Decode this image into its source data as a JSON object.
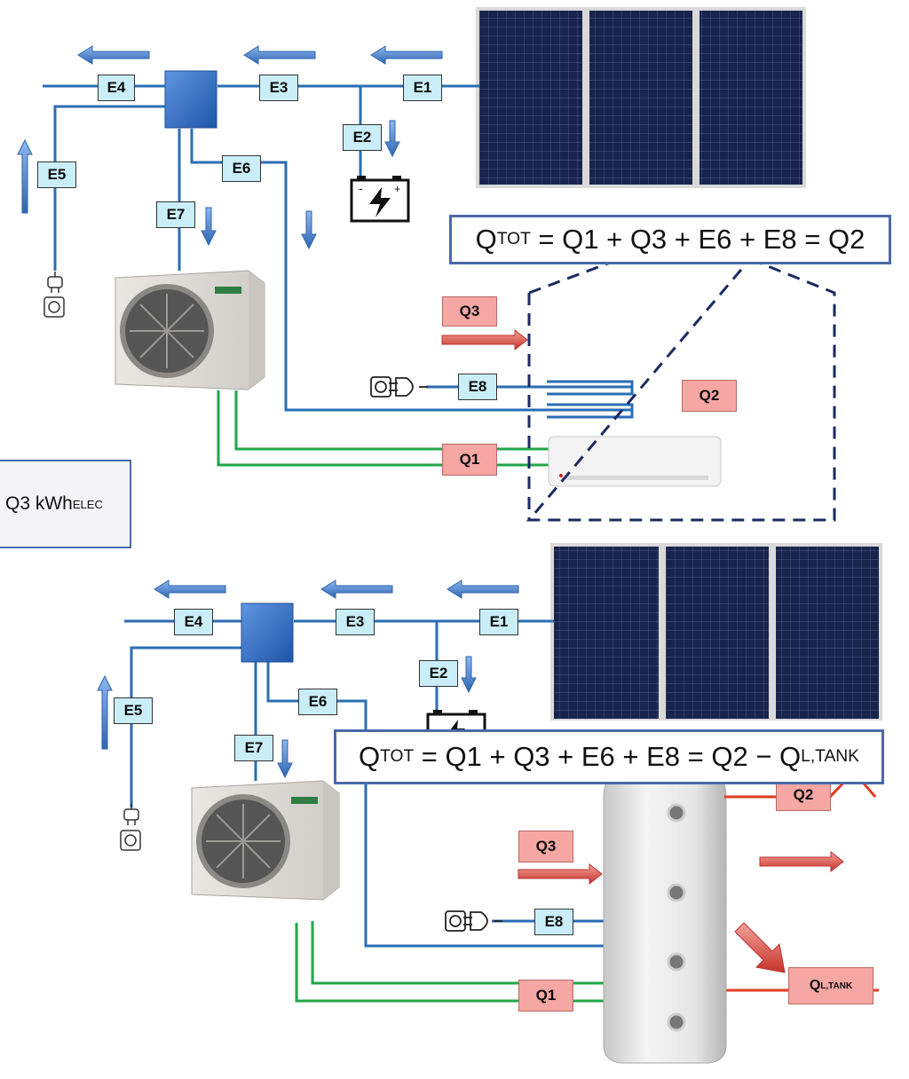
{
  "colors": {
    "pipe_blue": "#2a6db5",
    "pipe_green": "#22a64a",
    "pipe_red": "#e23b1f",
    "arrow_blue": "#4f86cf",
    "arrow_red": "#d8463a",
    "energy_label_bg": "#c9eef8",
    "heat_label_bg": "#f6a7a3",
    "equation_border": "#4a6aa8",
    "panel_dark": "#1b2a55"
  },
  "icons": [
    "solar-panel-icon",
    "battery-icon",
    "plug-icon",
    "socket-icon",
    "outdoor-unit-icon",
    "indoor-split-unit-icon",
    "hot-water-tank-icon",
    "flow-arrow-icon",
    "heat-loss-arrow-icon",
    "distribution-box-icon"
  ],
  "top": {
    "labels": {
      "e1": "E1",
      "e2": "E2",
      "e3": "E3",
      "e4": "E4",
      "e5": "E5",
      "e6": "E6",
      "e7": "E7",
      "e8": "E8",
      "q1": "Q1",
      "q2": "Q2",
      "q3": "Q3"
    },
    "equation": {
      "lhs": "Q",
      "lhs_sub": "TOT",
      "rhs": " = Q1 + Q3 + E6 + E8 = Q2"
    }
  },
  "side_box": {
    "text": "Q3 kWh",
    "sub": "ELEC"
  },
  "bottom": {
    "labels": {
      "e1": "E1",
      "e2": "E2",
      "e3": "E3",
      "e4": "E4",
      "e5": "E5",
      "e6": "E6",
      "e7": "E7",
      "e8": "E8",
      "q1": "Q1",
      "q2": "Q2",
      "q3": "Q3",
      "ql": "Q",
      "ql_sub": "L,TANK"
    },
    "equation": {
      "lhs": "Q",
      "lhs_sub": "TOT",
      "rhs": " = Q1 + Q3 + E6 + E8 = Q2 − Q",
      "rhs_sub": "L,TANK"
    }
  }
}
